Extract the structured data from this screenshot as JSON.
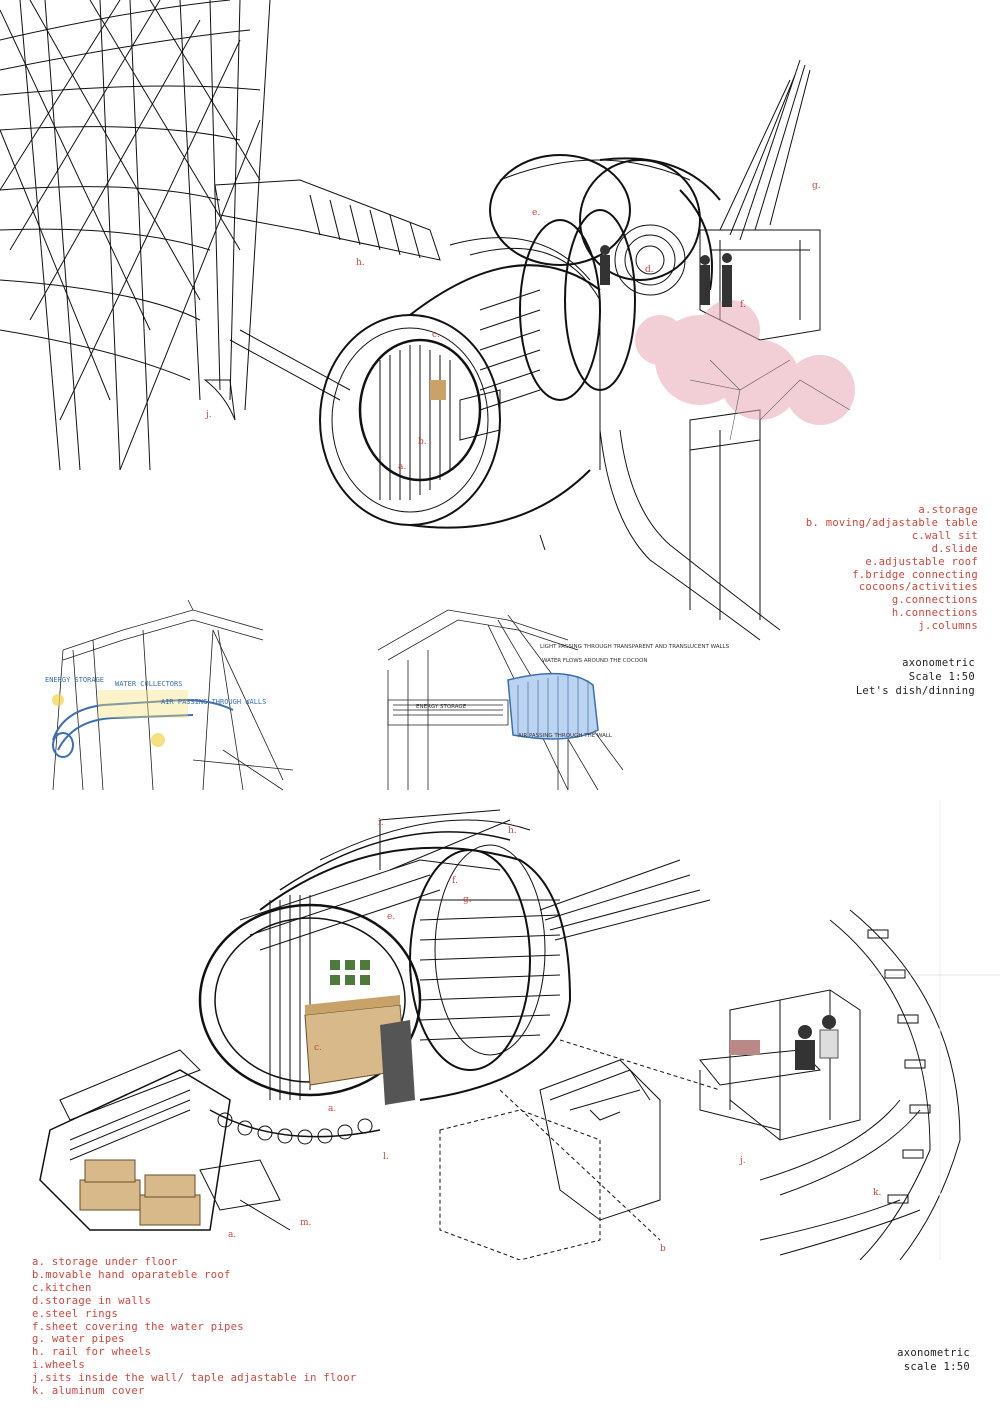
{
  "top_legend": {
    "items": [
      "a.storage",
      "b. moving/adjastable table",
      "c.wall sit",
      "d.slide",
      "e.adjustable roof",
      "f.bridge connecting",
      "cocoons/activities",
      "g.connections",
      "h.connections",
      "j.columns"
    ]
  },
  "top_caption": {
    "title": "axonometric",
    "scale": "Scale 1:50",
    "subtitle": "Let's dish/dinning"
  },
  "top_callouts": [
    "a.",
    "b.",
    "c.",
    "d.",
    "e.",
    "f.",
    "g.",
    "h.",
    "j."
  ],
  "left_panel_notes": {
    "energy": "ENERGY STORAGE",
    "water": "WATER COLLECTORS",
    "air": "AIR PASSING THROUGH WALLS"
  },
  "middle_panel_notes": {
    "light": "LIGHT PASSING THROUGH TRANSPARENT AND TRANSLUCENT WALLS",
    "water": "WATER FLOWS AROUND THE COCOON",
    "storage": "ENERGY STORAGE",
    "air": "AIR PASSING THROUGH THE WALL"
  },
  "bottom_callouts": [
    "i.",
    "h.",
    "f.",
    "g.",
    "e.",
    "c.",
    "a.",
    "l.",
    "a.",
    "m.",
    "b",
    "j.",
    "k."
  ],
  "bottom_legend": {
    "items": [
      "a. storage under floor",
      "b.movable hand oparateble roof",
      "c.kitchen",
      "d.storage in walls",
      "e.steel rings",
      "f.sheet covering the water pipes",
      "g. water pipes",
      "h. rail for wheels",
      "i.wheels",
      "j.sits inside the wall/ taple adjastable in floor",
      "k. aluminum cover"
    ]
  },
  "bottom_caption": {
    "title": "axonometric",
    "scale": "scale 1:50"
  },
  "colors": {
    "annotation": "#d1453b",
    "ink": "#111111",
    "blossom": "#e8a9b8",
    "wood": "#d8b98a",
    "water": "#6a9fd8"
  }
}
